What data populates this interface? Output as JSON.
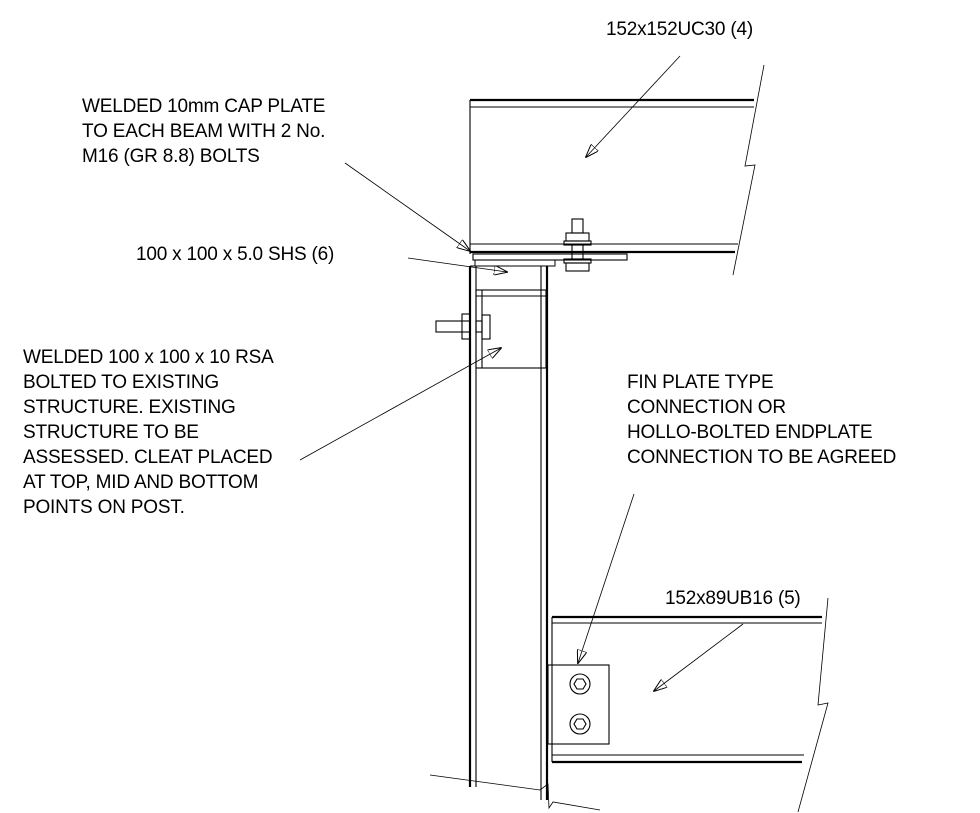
{
  "labels": {
    "uc_beam": "152x152UC30 (4)",
    "cap_plate": [
      "WELDED 10mm CAP PLATE",
      "TO EACH BEAM WITH 2 No.",
      "M16 (GR 8.8) BOLTS"
    ],
    "shs_post": "100 x 100 x 5.0 SHS (6)",
    "rsa_cleat": [
      "WELDED 100 x 100 x 10 RSA",
      "BOLTED TO EXISTING",
      "STRUCTURE. EXISTING",
      "STRUCTURE TO BE",
      "ASSESSED. CLEAT PLACED",
      "AT TOP, MID AND BOTTOM",
      "POINTS ON POST."
    ],
    "fin_plate": [
      "FIN PLATE TYPE",
      "CONNECTION OR",
      "HOLLO-BOLTED ENDPLATE",
      "CONNECTION TO BE AGREED"
    ],
    "ub_beam": "152x89UB16 (5)"
  }
}
